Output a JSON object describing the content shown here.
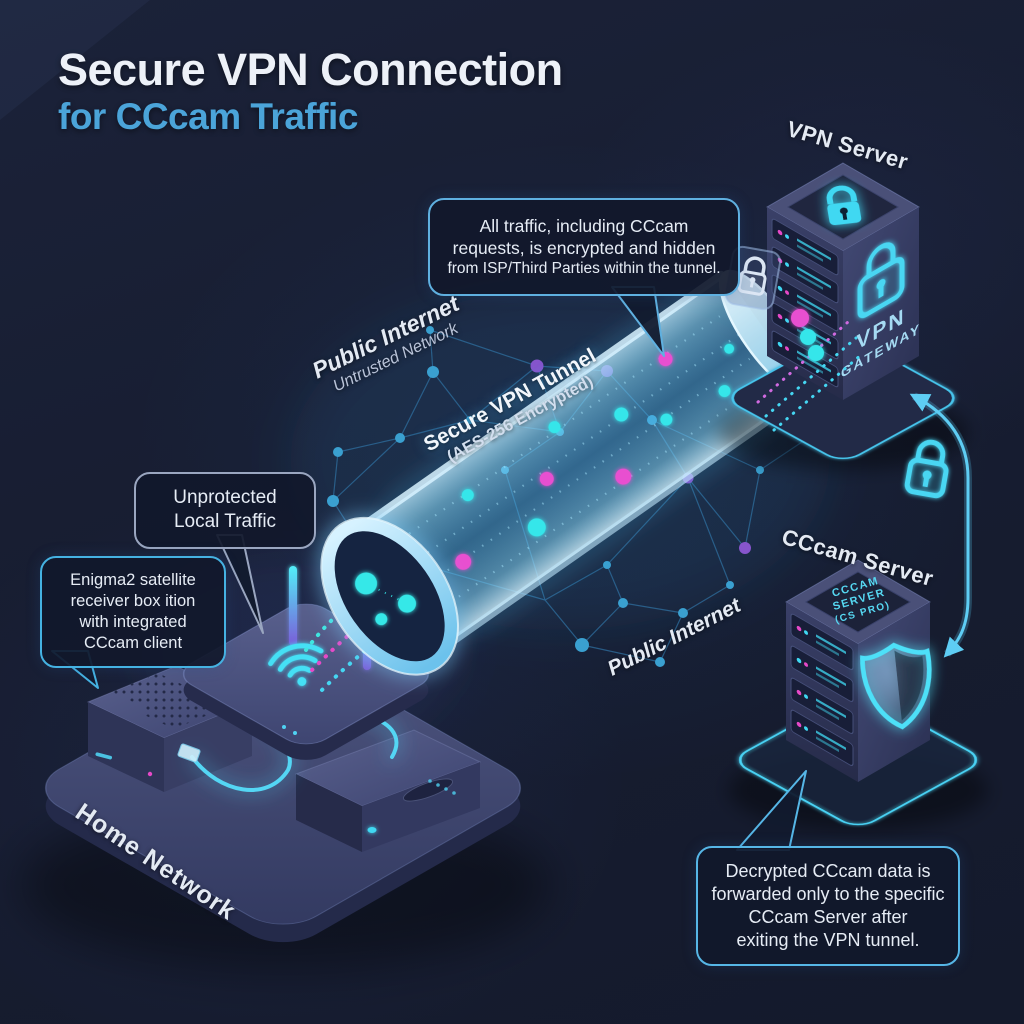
{
  "title": {
    "line1": "Secure VPN Connection",
    "line2": "for CCcam Traffic"
  },
  "labels": {
    "vpn_server": "VPN Server",
    "vpn_gateway": {
      "line1": "VPN",
      "line2": "GATEWAY"
    },
    "public_internet_top": "Public Internet",
    "untrusted_network": "Untrusted Network",
    "tunnel": {
      "line1": "Secure VPN Tunnel",
      "line2": "(AES-256 Encrypted)"
    },
    "public_internet_bottom": "Public Internet",
    "cccam_server": "CCcam Server",
    "cccam_panel": {
      "line1": "CCCAM",
      "line2": "SERVER",
      "line3": "(CS PRO)"
    },
    "home_network": "Home Network"
  },
  "callouts": {
    "encrypted": {
      "lines": [
        "All traffic, including CCcam",
        "requests, is encrypted and hidden",
        "from ISP/Third Parties within the tunnel."
      ]
    },
    "unprotected": {
      "lines": [
        "Unprotected",
        "Local Traffic"
      ]
    },
    "enigma2": {
      "lines": [
        "Enigma2 satellite",
        "receiver box ition",
        "with integrated",
        "CCcam client"
      ]
    },
    "decrypted": {
      "lines": [
        "Decrypted CCcam data is",
        "forwarded only to the specific",
        "CCcam Server after",
        "exiting the VPN tunnel."
      ]
    }
  },
  "icons": {
    "vpn_server_top": "lock-icon",
    "vpn_gateway_face": "lock-icon",
    "left_of_vpn_server": "lock-icon",
    "between_servers": "lock-icon",
    "cccam_server_face": "shield-icon",
    "router_top": "wifi-icon"
  },
  "colors": {
    "background": "#171d31",
    "title_primary": "#edf1f8",
    "title_accent": "#4ba4d9",
    "callout_border_blue": "#5fb0e0",
    "callout_border_gray": "#9aa6c0",
    "tunnel_glow": "#49c8f0",
    "data_cyan": "#35e3ea",
    "data_magenta": "#e649c8",
    "mesh_line": "#2e6f9f",
    "mesh_node_purple": "#8655cc"
  }
}
